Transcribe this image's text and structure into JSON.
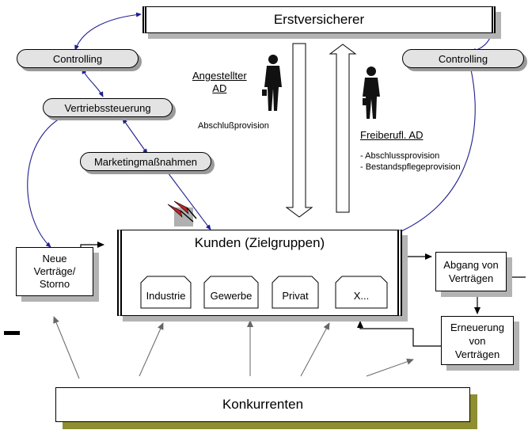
{
  "erstversicherer": "Erstversicherer",
  "controlling_left": "Controlling",
  "controlling_right": "Controlling",
  "vertriebssteuerung": "Vertriebssteuerung",
  "marketing": "Marketingmaßnahmen",
  "angestellter": {
    "line1": "Angestellter",
    "line2": "AD"
  },
  "abschlussprovision": "Abschlußprovision",
  "freiberufl": "Freiberufl. AD",
  "freiberufl_items": [
    "- Abschlussprovision",
    "- Bestandspflegeprovision"
  ],
  "kunden_title": "Kunden (Zielgruppen)",
  "segments": [
    "Industrie",
    "Gewerbe",
    "Privat",
    "X..."
  ],
  "neue_vertraege": {
    "line1": "Neue",
    "line2": "Verträge/",
    "line3": "Storno"
  },
  "abgang": {
    "line1": "Abgang von",
    "line2": "Verträgen"
  },
  "erneuerung": {
    "line1": "Erneuerung",
    "line2": "von",
    "line3": "Verträgen"
  },
  "konkurrenten": "Konkurrenten",
  "colors": {
    "blue_arrow": "#1f1f8f",
    "olive_shadow": "#8e8e32",
    "pill_fill": "#e3e3e3"
  }
}
